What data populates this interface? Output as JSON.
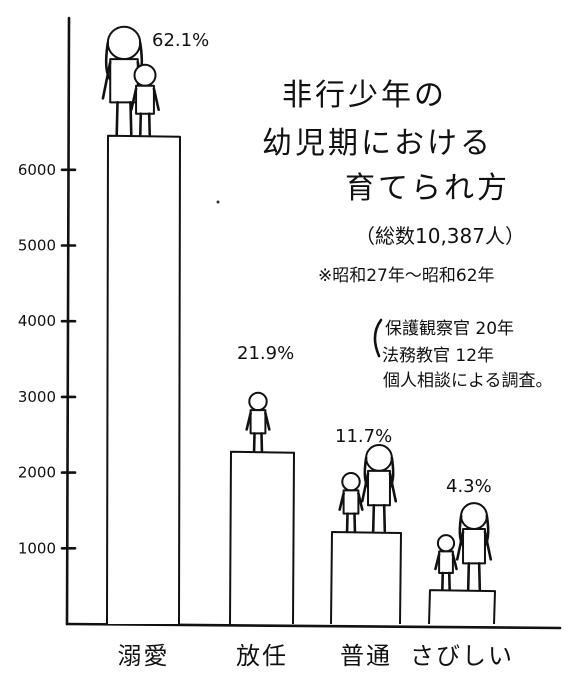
{
  "chart_data": {
    "type": "bar",
    "title_lines": [
      "非行少年の",
      "幼児期における",
      "育てられ方"
    ],
    "total_note": "（総数10,387人）",
    "period_note": "※昭和27年～昭和62年",
    "source_lines": [
      "保護観察官 20年",
      "法務教官 12年",
      "個人相談による調査。"
    ],
    "categories": [
      "溺愛",
      "放任",
      "普通",
      "さびしい"
    ],
    "values": [
      6450,
      2275,
      1215,
      447
    ],
    "percent_labels": [
      "62.1%",
      "21.9%",
      "11.7%",
      "4.3%"
    ],
    "yticks": [
      1000,
      2000,
      3000,
      4000,
      5000,
      6000
    ],
    "ytick_labels": [
      "1000",
      "2000",
      "3000",
      "4000",
      "5000",
      "6000"
    ],
    "ylim": [
      0,
      8000
    ],
    "xlabel": "",
    "ylabel": "",
    "grid": false,
    "colors": {
      "ink": "#111111",
      "bar_fill": "#ffffff",
      "background": "#ffffff"
    }
  }
}
